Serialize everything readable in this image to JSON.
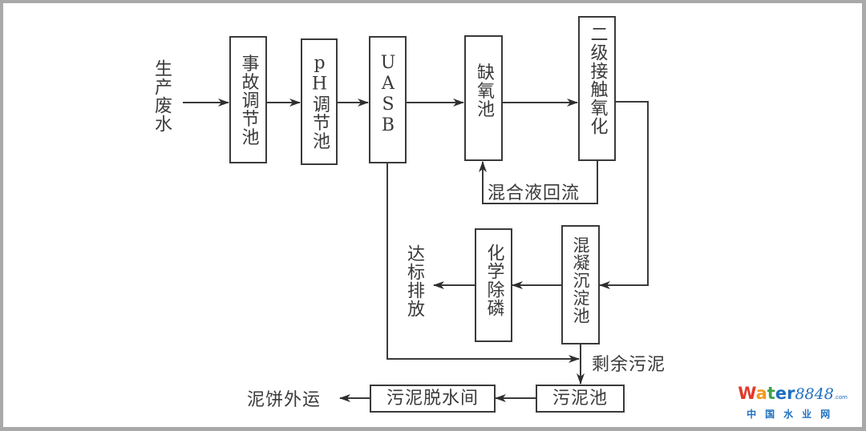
{
  "diagram": {
    "type": "process-flow",
    "title": "",
    "input": {
      "label": "生产废水"
    },
    "nodes": {
      "accident_tank": {
        "label": "事故调节池"
      },
      "ph_tank": {
        "label": "pH调节池"
      },
      "uasb": {
        "label": "UASB"
      },
      "anoxic_tank": {
        "label": "缺氧池"
      },
      "contact_oxidation": {
        "label": "二级接触氧化"
      },
      "coagulation_tank": {
        "label": "混凝沉淀池"
      },
      "chem_p_removal": {
        "label": "化学除磷"
      },
      "sludge_tank": {
        "label": "污泥池"
      },
      "sludge_dewatering": {
        "label": "污泥脱水间"
      }
    },
    "edge_labels": {
      "mixed_liquor_return": "混合液回流",
      "excess_sludge": "剩余污泥"
    },
    "outputs": {
      "discharge": "达标排放",
      "sludge_cake": "泥饼外运"
    },
    "edges": [
      {
        "from": "input",
        "to": "accident_tank"
      },
      {
        "from": "accident_tank",
        "to": "ph_tank"
      },
      {
        "from": "ph_tank",
        "to": "uasb"
      },
      {
        "from": "uasb",
        "to": "anoxic_tank"
      },
      {
        "from": "anoxic_tank",
        "to": "contact_oxidation"
      },
      {
        "from": "contact_oxidation",
        "to": "anoxic_tank",
        "label": "混合液回流"
      },
      {
        "from": "contact_oxidation",
        "to": "coagulation_tank"
      },
      {
        "from": "coagulation_tank",
        "to": "chem_p_removal"
      },
      {
        "from": "chem_p_removal",
        "to": "discharge"
      },
      {
        "from": "uasb",
        "to": "sludge_tank",
        "label": "剩余污泥"
      },
      {
        "from": "coagulation_tank",
        "to": "sludge_tank",
        "label": "剩余污泥"
      },
      {
        "from": "sludge_tank",
        "to": "sludge_dewatering"
      },
      {
        "from": "sludge_dewatering",
        "to": "sludge_cake"
      }
    ]
  },
  "watermark": {
    "brand_w": "W",
    "brand_a": "a",
    "brand_t": "t",
    "brand_er": "er",
    "brand_num": "8848",
    "brand_com": ".com",
    "subtitle": "中国水业网",
    "colors": {
      "w": "#e23a2b",
      "a": "#f39a1e",
      "t": "#3aa34a",
      "blue": "#1e6fc0"
    }
  },
  "colors": {
    "line": "#3a3a3a",
    "frame": "#a9a9a9",
    "background": "#ffffff"
  }
}
